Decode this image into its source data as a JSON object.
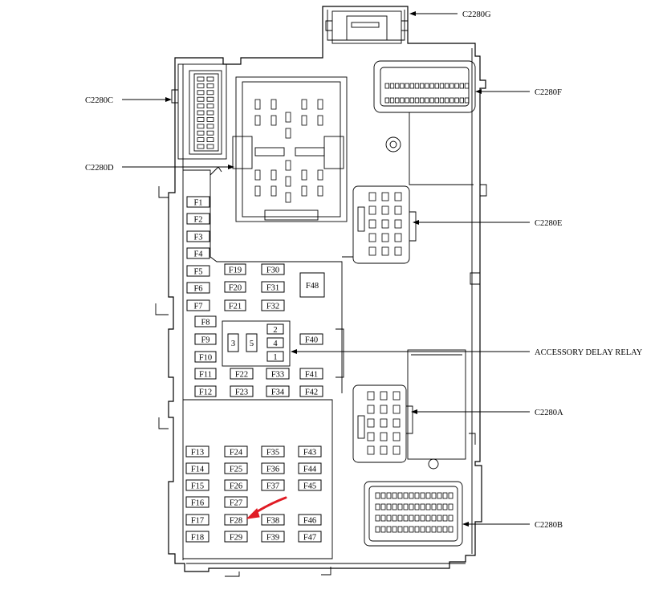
{
  "fuses": [
    "F1",
    "F2",
    "F3",
    "F4",
    "F5",
    "F6",
    "F7",
    "F8",
    "F9",
    "F10",
    "F11",
    "F12",
    "F13",
    "F14",
    "F15",
    "F16",
    "F17",
    "F18",
    "F19",
    "F20",
    "F21",
    "F22",
    "F23",
    "F24",
    "F25",
    "F26",
    "F27",
    "F28",
    "F29",
    "F30",
    "F31",
    "F32",
    "F33",
    "F34",
    "F35",
    "F36",
    "F37",
    "F38",
    "F39",
    "F40",
    "F41",
    "F42",
    "F43",
    "F44",
    "F45",
    "F46",
    "F47",
    "F48"
  ],
  "relay_pins": [
    "3",
    "5",
    "2",
    "4",
    "1"
  ],
  "connectors": {
    "c2280g": "C2280G",
    "c2280f": "C2280F",
    "c2280c": "C2280C",
    "c2280d": "C2280D",
    "c2280e": "C2280E",
    "accessory_delay_relay": "ACCESSORY DELAY RELAY",
    "c2280a": "C2280A",
    "c2280b": "C2280B"
  },
  "highlight": {
    "target": "F28",
    "arrow_color": "#e01b24"
  },
  "colors": {
    "line": "#000000",
    "background": "#ffffff"
  }
}
